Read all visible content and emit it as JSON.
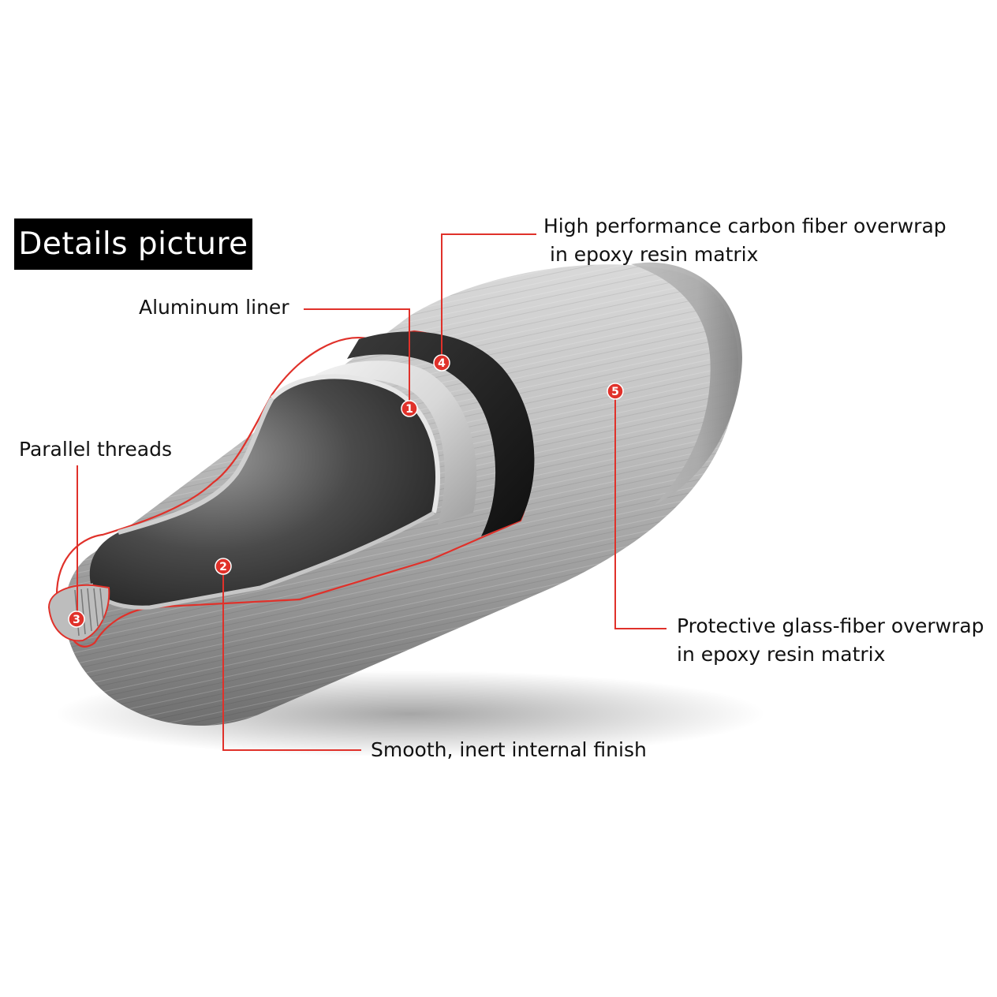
{
  "title": "Details picture",
  "colors": {
    "accent": "#e0312a",
    "background": "#ffffff",
    "title_bg": "#000000",
    "text": "#111111"
  },
  "callouts": [
    {
      "number": "1",
      "label": "Aluminum liner"
    },
    {
      "number": "2",
      "label": "Smooth, inert internal finish"
    },
    {
      "number": "3",
      "label": "Parallel threads"
    },
    {
      "number": "4",
      "label_line1": "High performance carbon fiber overwrap",
      "label_line2": "in epoxy resin matrix"
    },
    {
      "number": "5",
      "label_line1": "Protective glass-fiber overwrap",
      "label_line2": "in epoxy resin matrix"
    }
  ]
}
